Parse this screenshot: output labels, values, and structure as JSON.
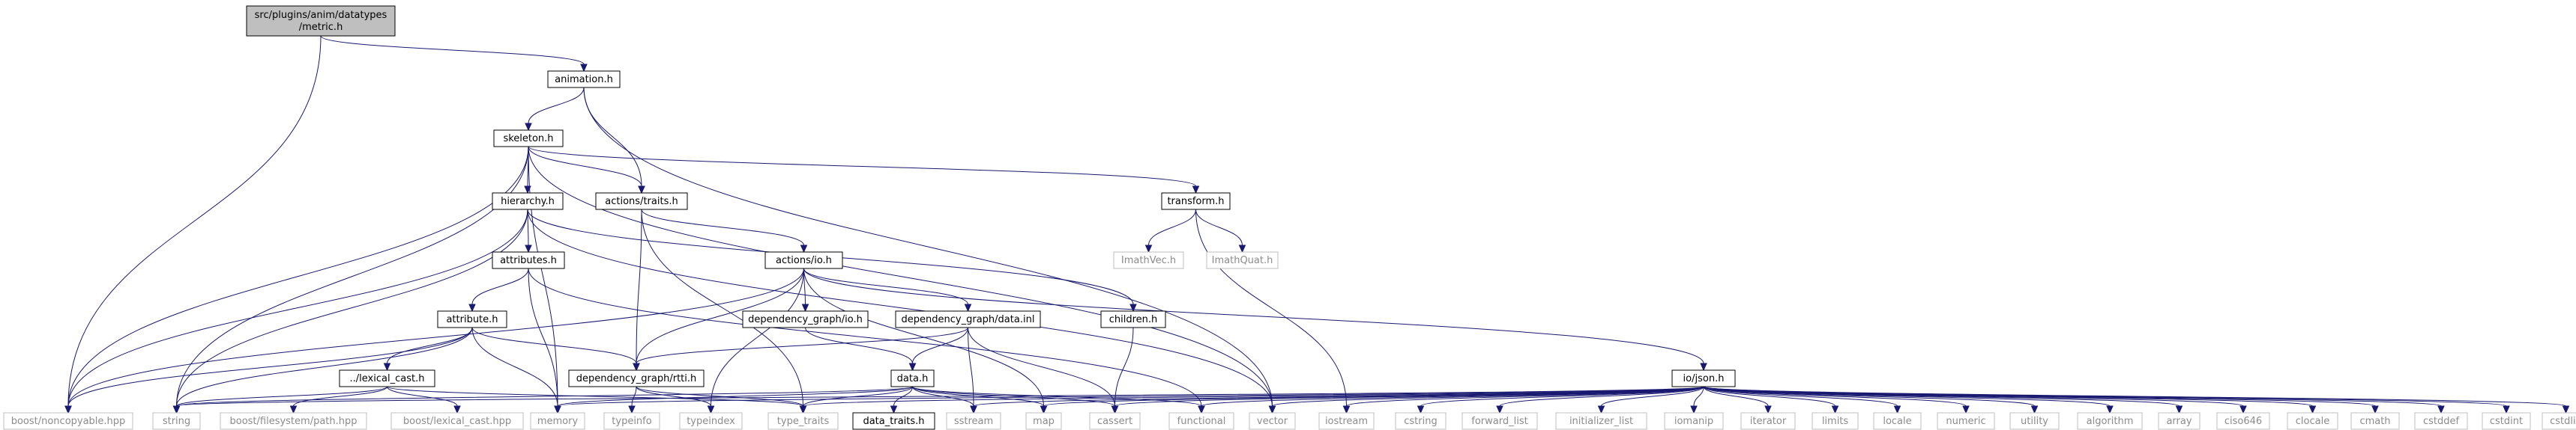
{
  "colors": {
    "edge": "#191970",
    "node_border": "#000000",
    "node_fill": "#ffffff",
    "root_fill": "#bfbfbf",
    "external_border": "#bfbfbf",
    "external_text": "#8c8c8c",
    "text": "#000000"
  },
  "graph": {
    "nodes": [
      {
        "id": "root",
        "lines": [
          "src/plugins/anim/datatypes",
          "/metric.h"
        ],
        "kind": "root"
      },
      {
        "id": "animation",
        "lines": [
          "animation.h"
        ],
        "kind": "internal"
      },
      {
        "id": "skeleton",
        "lines": [
          "skeleton.h"
        ],
        "kind": "internal"
      },
      {
        "id": "hierarchy",
        "lines": [
          "hierarchy.h"
        ],
        "kind": "internal"
      },
      {
        "id": "actions_traits",
        "lines": [
          "actions/traits.h"
        ],
        "kind": "internal"
      },
      {
        "id": "transform",
        "lines": [
          "transform.h"
        ],
        "kind": "internal"
      },
      {
        "id": "attributes",
        "lines": [
          "attributes.h"
        ],
        "kind": "internal"
      },
      {
        "id": "actions_io",
        "lines": [
          "actions/io.h"
        ],
        "kind": "internal"
      },
      {
        "id": "imathvec",
        "lines": [
          "ImathVec.h"
        ],
        "kind": "external"
      },
      {
        "id": "imathquat",
        "lines": [
          "ImathQuat.h"
        ],
        "kind": "external"
      },
      {
        "id": "attribute",
        "lines": [
          "attribute.h"
        ],
        "kind": "internal"
      },
      {
        "id": "depgraph_io",
        "lines": [
          "dependency_graph/io.h"
        ],
        "kind": "internal"
      },
      {
        "id": "depgraph_datainl",
        "lines": [
          "dependency_graph/data.inl"
        ],
        "kind": "internal"
      },
      {
        "id": "children",
        "lines": [
          "children.h"
        ],
        "kind": "internal"
      },
      {
        "id": "lexical_cast",
        "lines": [
          "../lexical_cast.h"
        ],
        "kind": "internal"
      },
      {
        "id": "depgraph_rtti",
        "lines": [
          "dependency_graph/rtti.h"
        ],
        "kind": "internal"
      },
      {
        "id": "data",
        "lines": [
          "data.h"
        ],
        "kind": "internal"
      },
      {
        "id": "io_json",
        "lines": [
          "io/json.h"
        ],
        "kind": "internal"
      },
      {
        "id": "boost_noncopyable",
        "lines": [
          "boost/noncopyable.hpp"
        ],
        "kind": "external"
      },
      {
        "id": "string",
        "lines": [
          "string"
        ],
        "kind": "external"
      },
      {
        "id": "boost_fs_path",
        "lines": [
          "boost/filesystem/path.hpp"
        ],
        "kind": "external"
      },
      {
        "id": "boost_lexical_cast",
        "lines": [
          "boost/lexical_cast.hpp"
        ],
        "kind": "external"
      },
      {
        "id": "memory",
        "lines": [
          "memory"
        ],
        "kind": "external"
      },
      {
        "id": "typeinfo",
        "lines": [
          "typeinfo"
        ],
        "kind": "external"
      },
      {
        "id": "typeindex",
        "lines": [
          "typeindex"
        ],
        "kind": "external"
      },
      {
        "id": "type_traits",
        "lines": [
          "type_traits"
        ],
        "kind": "external"
      },
      {
        "id": "data_traits",
        "lines": [
          "data_traits.h"
        ],
        "kind": "internal"
      },
      {
        "id": "sstream",
        "lines": [
          "sstream"
        ],
        "kind": "external"
      },
      {
        "id": "map",
        "lines": [
          "map"
        ],
        "kind": "external"
      },
      {
        "id": "cassert",
        "lines": [
          "cassert"
        ],
        "kind": "external"
      },
      {
        "id": "functional",
        "lines": [
          "functional"
        ],
        "kind": "external"
      },
      {
        "id": "vector",
        "lines": [
          "vector"
        ],
        "kind": "external"
      },
      {
        "id": "iostream",
        "lines": [
          "iostream"
        ],
        "kind": "external"
      },
      {
        "id": "cstring",
        "lines": [
          "cstring"
        ],
        "kind": "external"
      },
      {
        "id": "forward_list",
        "lines": [
          "forward_list"
        ],
        "kind": "external"
      },
      {
        "id": "initializer_list",
        "lines": [
          "initializer_list"
        ],
        "kind": "external"
      },
      {
        "id": "iomanip",
        "lines": [
          "iomanip"
        ],
        "kind": "external"
      },
      {
        "id": "iterator",
        "lines": [
          "iterator"
        ],
        "kind": "external"
      },
      {
        "id": "limits",
        "lines": [
          "limits"
        ],
        "kind": "external"
      },
      {
        "id": "locale",
        "lines": [
          "locale"
        ],
        "kind": "external"
      },
      {
        "id": "numeric",
        "lines": [
          "numeric"
        ],
        "kind": "external"
      },
      {
        "id": "utility",
        "lines": [
          "utility"
        ],
        "kind": "external"
      },
      {
        "id": "algorithm",
        "lines": [
          "algorithm"
        ],
        "kind": "external"
      },
      {
        "id": "array",
        "lines": [
          "array"
        ],
        "kind": "external"
      },
      {
        "id": "ciso646",
        "lines": [
          "ciso646"
        ],
        "kind": "external"
      },
      {
        "id": "clocale",
        "lines": [
          "clocale"
        ],
        "kind": "external"
      },
      {
        "id": "cmath",
        "lines": [
          "cmath"
        ],
        "kind": "external"
      },
      {
        "id": "cstddef",
        "lines": [
          "cstddef"
        ],
        "kind": "external"
      },
      {
        "id": "cstdint",
        "lines": [
          "cstdint"
        ],
        "kind": "external"
      },
      {
        "id": "cstdlib",
        "lines": [
          "cstdlib"
        ],
        "kind": "external"
      }
    ],
    "edges": [
      [
        "root",
        "animation"
      ],
      [
        "root",
        "boost_noncopyable"
      ],
      [
        "animation",
        "skeleton"
      ],
      [
        "animation",
        "actions_traits"
      ],
      [
        "animation",
        "vector"
      ],
      [
        "skeleton",
        "hierarchy"
      ],
      [
        "skeleton",
        "actions_traits"
      ],
      [
        "skeleton",
        "transform"
      ],
      [
        "skeleton",
        "boost_noncopyable"
      ],
      [
        "skeleton",
        "string"
      ],
      [
        "skeleton",
        "memory"
      ],
      [
        "skeleton",
        "vector"
      ],
      [
        "hierarchy",
        "attributes"
      ],
      [
        "hierarchy",
        "children"
      ],
      [
        "hierarchy",
        "boost_noncopyable"
      ],
      [
        "hierarchy",
        "string"
      ],
      [
        "hierarchy",
        "vector"
      ],
      [
        "actions_traits",
        "actions_io"
      ],
      [
        "actions_traits",
        "depgraph_rtti"
      ],
      [
        "actions_traits",
        "type_traits"
      ],
      [
        "transform",
        "imathvec"
      ],
      [
        "transform",
        "imathquat"
      ],
      [
        "transform",
        "iostream"
      ],
      [
        "attributes",
        "attribute"
      ],
      [
        "attributes",
        "memory"
      ],
      [
        "attributes",
        "functional"
      ],
      [
        "actions_io",
        "depgraph_io"
      ],
      [
        "actions_io",
        "depgraph_datainl"
      ],
      [
        "actions_io",
        "depgraph_rtti"
      ],
      [
        "actions_io",
        "io_json"
      ],
      [
        "actions_io",
        "boost_noncopyable"
      ],
      [
        "actions_io",
        "typeindex"
      ],
      [
        "actions_io",
        "map"
      ],
      [
        "attribute",
        "lexical_cast"
      ],
      [
        "attribute",
        "depgraph_rtti"
      ],
      [
        "attribute",
        "string"
      ],
      [
        "attribute",
        "memory"
      ],
      [
        "attribute",
        "boost_noncopyable"
      ],
      [
        "lexical_cast",
        "boost_fs_path"
      ],
      [
        "lexical_cast",
        "boost_lexical_cast"
      ],
      [
        "lexical_cast",
        "string"
      ],
      [
        "lexical_cast",
        "type_traits"
      ],
      [
        "depgraph_io",
        "data"
      ],
      [
        "depgraph_datainl",
        "data"
      ],
      [
        "depgraph_datainl",
        "depgraph_rtti"
      ],
      [
        "depgraph_datainl",
        "sstream"
      ],
      [
        "depgraph_datainl",
        "cassert"
      ],
      [
        "children",
        "cassert"
      ],
      [
        "depgraph_rtti",
        "typeinfo"
      ],
      [
        "depgraph_rtti",
        "typeindex"
      ],
      [
        "depgraph_rtti",
        "type_traits"
      ],
      [
        "data",
        "data_traits"
      ],
      [
        "data",
        "type_traits"
      ],
      [
        "data",
        "sstream"
      ],
      [
        "data",
        "map"
      ],
      [
        "data",
        "cassert"
      ],
      [
        "data",
        "functional"
      ],
      [
        "data",
        "memory"
      ],
      [
        "data",
        "string"
      ],
      [
        "io_json",
        "string"
      ],
      [
        "io_json",
        "memory"
      ],
      [
        "io_json",
        "type_traits"
      ],
      [
        "io_json",
        "sstream"
      ],
      [
        "io_json",
        "map"
      ],
      [
        "io_json",
        "cassert"
      ],
      [
        "io_json",
        "functional"
      ],
      [
        "io_json",
        "vector"
      ],
      [
        "io_json",
        "iostream"
      ],
      [
        "io_json",
        "cstring"
      ],
      [
        "io_json",
        "forward_list"
      ],
      [
        "io_json",
        "initializer_list"
      ],
      [
        "io_json",
        "iomanip"
      ],
      [
        "io_json",
        "iterator"
      ],
      [
        "io_json",
        "limits"
      ],
      [
        "io_json",
        "locale"
      ],
      [
        "io_json",
        "numeric"
      ],
      [
        "io_json",
        "utility"
      ],
      [
        "io_json",
        "algorithm"
      ],
      [
        "io_json",
        "array"
      ],
      [
        "io_json",
        "ciso646"
      ],
      [
        "io_json",
        "clocale"
      ],
      [
        "io_json",
        "cmath"
      ],
      [
        "io_json",
        "cstddef"
      ],
      [
        "io_json",
        "cstdint"
      ],
      [
        "io_json",
        "cstdlib"
      ]
    ]
  }
}
